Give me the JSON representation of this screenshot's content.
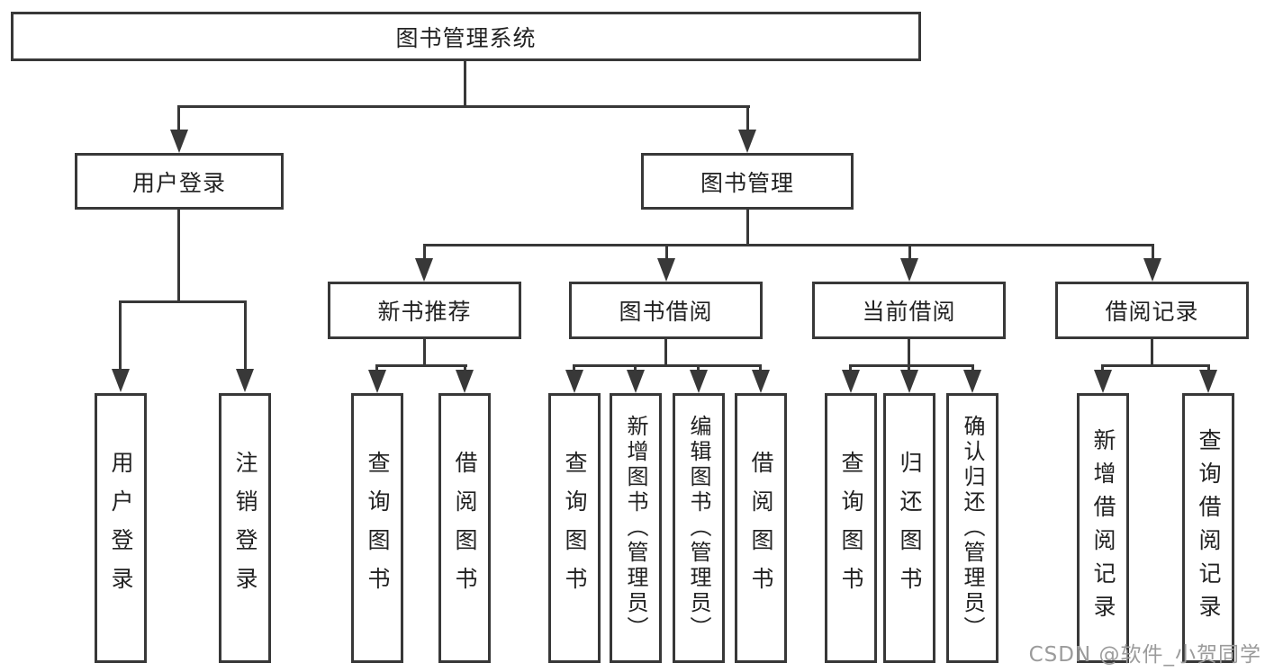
{
  "tree": {
    "root": "图书管理系统",
    "l2": [
      {
        "label": "用户登录",
        "children": [
          "用户登录",
          "注销登录"
        ]
      },
      {
        "label": "图书管理"
      }
    ],
    "l3": [
      {
        "label": "新书推荐",
        "children": [
          "查询图书",
          "借阅图书"
        ]
      },
      {
        "label": "图书借阅",
        "children": [
          "查询图书",
          "新增图书（管理员）",
          "编辑图书（管理员）",
          "借阅图书"
        ]
      },
      {
        "label": "当前借阅",
        "children": [
          "查询图书",
          "归还图书",
          "确认归还（管理员）"
        ]
      },
      {
        "label": "借阅记录",
        "children": [
          "新增借阅记录",
          "查询借阅记录"
        ]
      }
    ]
  },
  "watermark": "CSDN @软件_小贺同学",
  "colors": {
    "line": "#383838",
    "text": "#222222",
    "watermark": "#9b9b9b",
    "background": "#ffffff"
  }
}
